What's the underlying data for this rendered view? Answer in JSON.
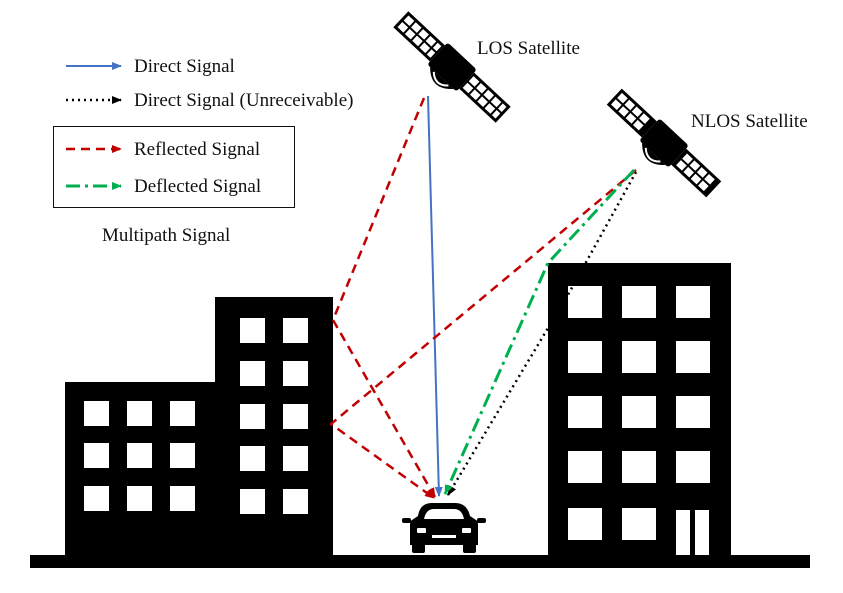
{
  "legend": {
    "direct": "Direct Signal",
    "unreceivable": "Direct Signal (Unreceivable)",
    "reflected": "Reflected Signal",
    "deflected": "Deflected Signal",
    "multipath_caption": "Multipath Signal"
  },
  "satellites": {
    "los": "LOS Satellite",
    "nlos": "NLOS Satellite"
  },
  "colors": {
    "direct": "#4472c4",
    "unreceivable": "#000000",
    "reflected": "#c00000",
    "deflected": "#00b050",
    "building": "#000000",
    "window": "#ffffff"
  }
}
